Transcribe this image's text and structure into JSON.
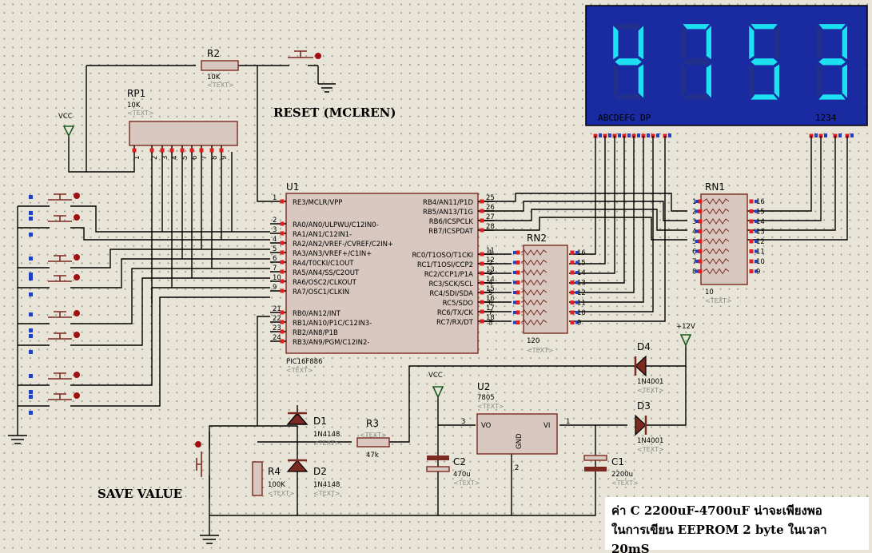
{
  "display": {
    "digits": "4753",
    "seg_label": "ABCDEFG  DP",
    "com_label": "1234",
    "bg": "#1a2aa0",
    "seg_color": "#1de0f0"
  },
  "parts": {
    "R2": {
      "ref": "R2",
      "value": "10K",
      "text": "<TEXT>"
    },
    "RP1": {
      "ref": "RP1",
      "value": "10K",
      "text": "<TEXT>"
    },
    "U1": {
      "ref": "U1",
      "model": "PIC16F886",
      "text": "<TEXT>"
    },
    "RN1": {
      "ref": "RN1",
      "value": "10",
      "text": "<TEXT>"
    },
    "RN2": {
      "ref": "RN2",
      "value": "120",
      "text": "<TEXT>"
    },
    "U2": {
      "ref": "U2",
      "model": "7805",
      "text": "<TEXT>",
      "pin_vo": "VO",
      "pin_vi": "VI",
      "pin_gnd": "GND"
    },
    "D1": {
      "ref": "D1",
      "model": "1N4148",
      "text": "<TEXT>"
    },
    "D2": {
      "ref": "D2",
      "model": "1N4148",
      "text": "<TEXT>"
    },
    "D3": {
      "ref": "D3",
      "model": "1N4001",
      "text": "<TEXT>"
    },
    "D4": {
      "ref": "D4",
      "model": "1N4001",
      "text": "<TEXT>"
    },
    "R3": {
      "ref": "R3",
      "value": "47k",
      "text": "<TEXT>"
    },
    "R4": {
      "ref": "R4",
      "value": "100K",
      "text": "<TEXT>"
    },
    "C1": {
      "ref": "C1",
      "value": "2200u",
      "text": "<TEXT>"
    },
    "C2": {
      "ref": "C2",
      "value": "470u",
      "text": "<TEXT>"
    }
  },
  "u1_left_pins": [
    {
      "num": "1",
      "name": "RE3/MCLR/VPP"
    },
    {
      "num": "2",
      "name": "RA0/AN0/ULPWU/C12IN0-"
    },
    {
      "num": "3",
      "name": "RA1/AN1/C12IN1-"
    },
    {
      "num": "4",
      "name": "RA2/AN2/VREF-/CVREF/C2IN+"
    },
    {
      "num": "5",
      "name": "RA3/AN3/VREF+/C1IN+"
    },
    {
      "num": "6",
      "name": "RA4/T0CKI/C1OUT"
    },
    {
      "num": "7",
      "name": "RA5/AN4/SS/C2OUT"
    },
    {
      "num": "10",
      "name": "RA6/OSC2/CLKOUT"
    },
    {
      "num": "9",
      "name": "RA7/OSC1/CLKIN"
    },
    {
      "num": "21",
      "name": "RB0/AN12/INT"
    },
    {
      "num": "22",
      "name": "RB1/AN10/P1C/C12IN3-"
    },
    {
      "num": "23",
      "name": "RB2/AN8/P1B"
    },
    {
      "num": "24",
      "name": "RB3/AN9/PGM/C12IN2-"
    }
  ],
  "u1_right_pins": [
    {
      "num": "25",
      "name": "RB4/AN11/P1D"
    },
    {
      "num": "26",
      "name": "RB5/AN13/T1G"
    },
    {
      "num": "27",
      "name": "RB6/ICSPCLK"
    },
    {
      "num": "28",
      "name": "RB7/ICSPDAT"
    },
    {
      "num": "11",
      "name": "RC0/T1OSO/T1CKI"
    },
    {
      "num": "12",
      "name": "RC1/T1OSI/CCP2"
    },
    {
      "num": "13",
      "name": "RC2/CCP1/P1A"
    },
    {
      "num": "14",
      "name": "RC3/SCK/SCL"
    },
    {
      "num": "15",
      "name": "RC4/SDI/SDA"
    },
    {
      "num": "16",
      "name": "RC5/SDO"
    },
    {
      "num": "17",
      "name": "RC6/TX/CK"
    },
    {
      "num": "18",
      "name": "RC7/RX/DT"
    }
  ],
  "rp1_pins": [
    "1",
    "2",
    "3",
    "4",
    "5",
    "6",
    "7",
    "8",
    "9"
  ],
  "rn_left_pins": [
    "1",
    "2",
    "3",
    "4",
    "5",
    "6",
    "7",
    "8"
  ],
  "rn_right_pins": [
    "16",
    "15",
    "14",
    "13",
    "12",
    "11",
    "10",
    "9"
  ],
  "pin_labels": {
    "u2_in": "1",
    "u2_out": "3",
    "u2_gnd": "2"
  },
  "power": {
    "vcc": "VCC",
    "plus12": "+12V"
  },
  "labels": {
    "reset": "RESET  (MCLREN)",
    "save": "SAVE VALUE"
  },
  "note": {
    "line1": "ค่า C 2200uF-4700uF น่าจะเพียงพอ",
    "line2": "ในการเขียน EEPROM 2 byte ในเวลา 20mS"
  }
}
